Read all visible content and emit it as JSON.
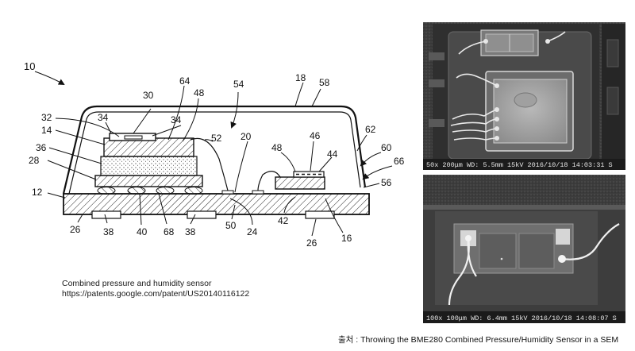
{
  "diagram": {
    "reference_numerals": {
      "n10": "10",
      "n12": "12",
      "n14": "14",
      "n16": "16",
      "n18": "18",
      "n20": "20",
      "n24": "24",
      "n26a": "26",
      "n26b": "26",
      "n28": "28",
      "n30": "30",
      "n32": "32",
      "n34a": "34",
      "n34b": "34",
      "n36": "36",
      "n38a": "38",
      "n38b": "38",
      "n40": "40",
      "n42": "42",
      "n44": "44",
      "n46": "46",
      "n48a": "48",
      "n48b": "48",
      "n50": "50",
      "n52": "52",
      "n54": "54",
      "n56": "56",
      "n58": "58",
      "n60": "60",
      "n62": "62",
      "n64": "64",
      "n66": "66",
      "n68": "68"
    },
    "caption": {
      "title": "Combined pressure and humidity sensor",
      "url": "https://patents.google.com/patent/US20140116122"
    }
  },
  "sem_images": {
    "top": {
      "data_bar": "50x  200μm WD: 5.5mm  15kV 2016/10/18 14:03:31 S"
    },
    "bottom": {
      "data_bar": "100x  100μm WD: 6.4mm  15kV 2016/10/18 14:08:07 S"
    }
  },
  "source": "출처 : Throwing the BME280 Combined Pressure/Humidity Sensor in a SEM"
}
